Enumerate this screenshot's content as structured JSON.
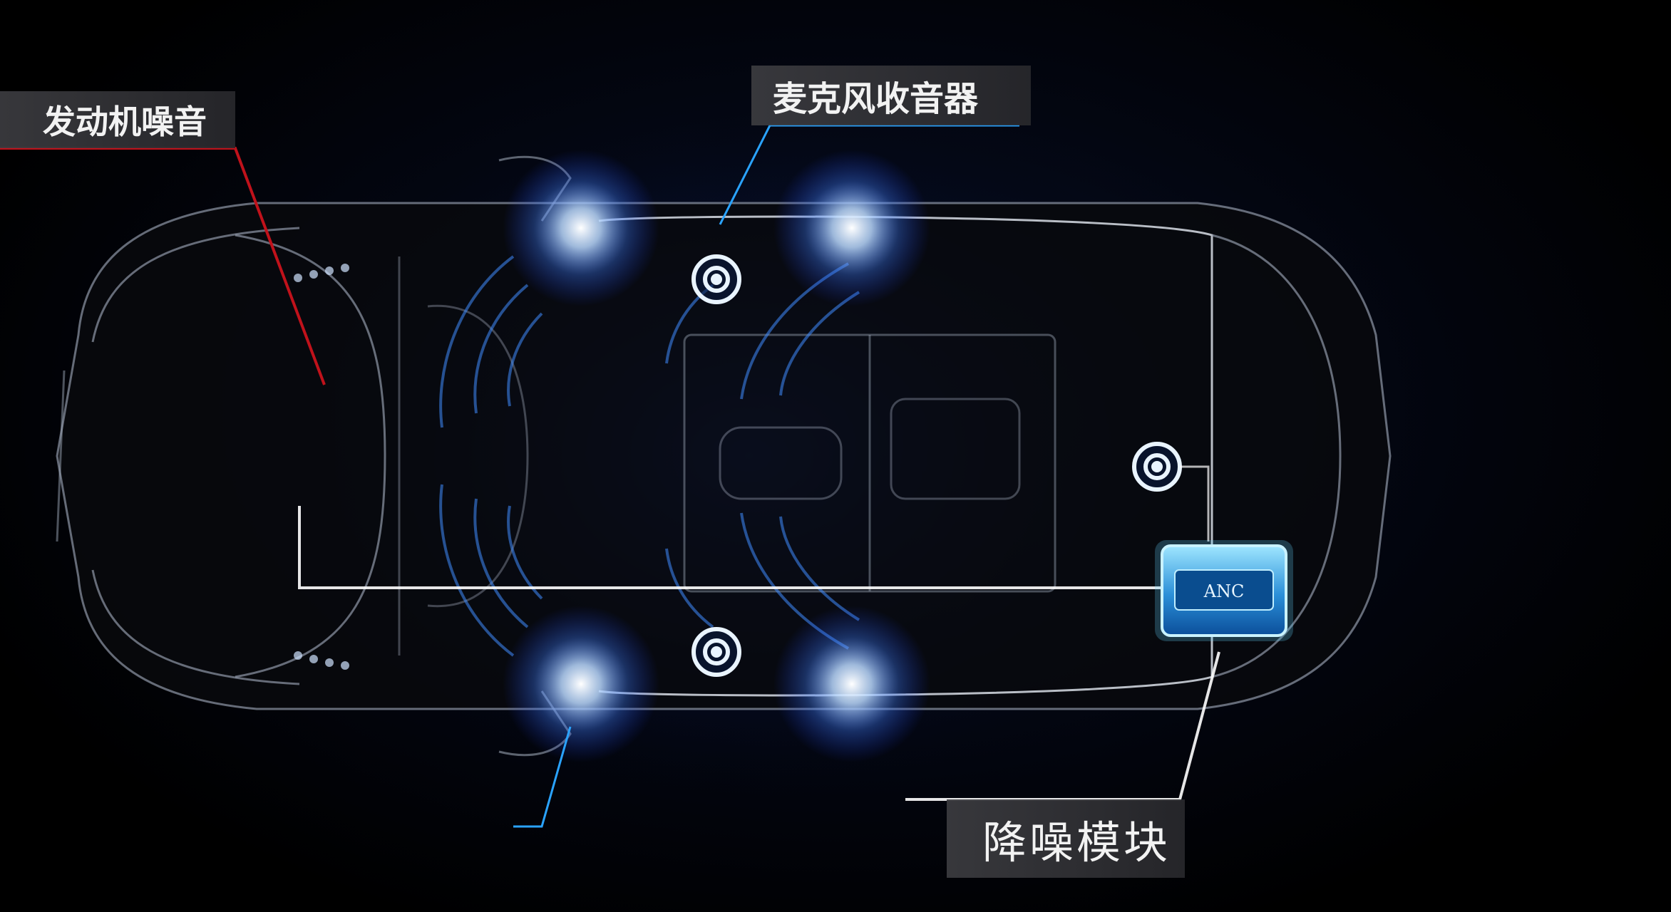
{
  "labels": {
    "engine_noise": "发动机噪音",
    "microphone": "麦克风收音器",
    "anc_module": "降噪模块"
  },
  "module_text": "ANC",
  "colors": {
    "background": "#000000",
    "engine_line": "#c0121b",
    "mic_line": "#2aa3ff",
    "module_line": "#ffffff",
    "glow": "#9fc8ff",
    "label_bg": "#3c3c40"
  }
}
